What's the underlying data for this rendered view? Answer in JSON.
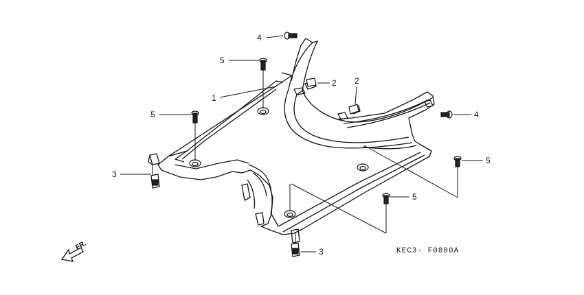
{
  "diagram": {
    "code": "KEC3- F0800A",
    "front_indicator": "FR.",
    "callouts": {
      "c1": "1",
      "c2a": "2",
      "c2b": "2",
      "c3a": "3",
      "c3b": "3",
      "c4a": "4",
      "c4b": "4",
      "c5a": "5",
      "c5b": "5",
      "c5c": "5",
      "c5d": "5"
    }
  }
}
